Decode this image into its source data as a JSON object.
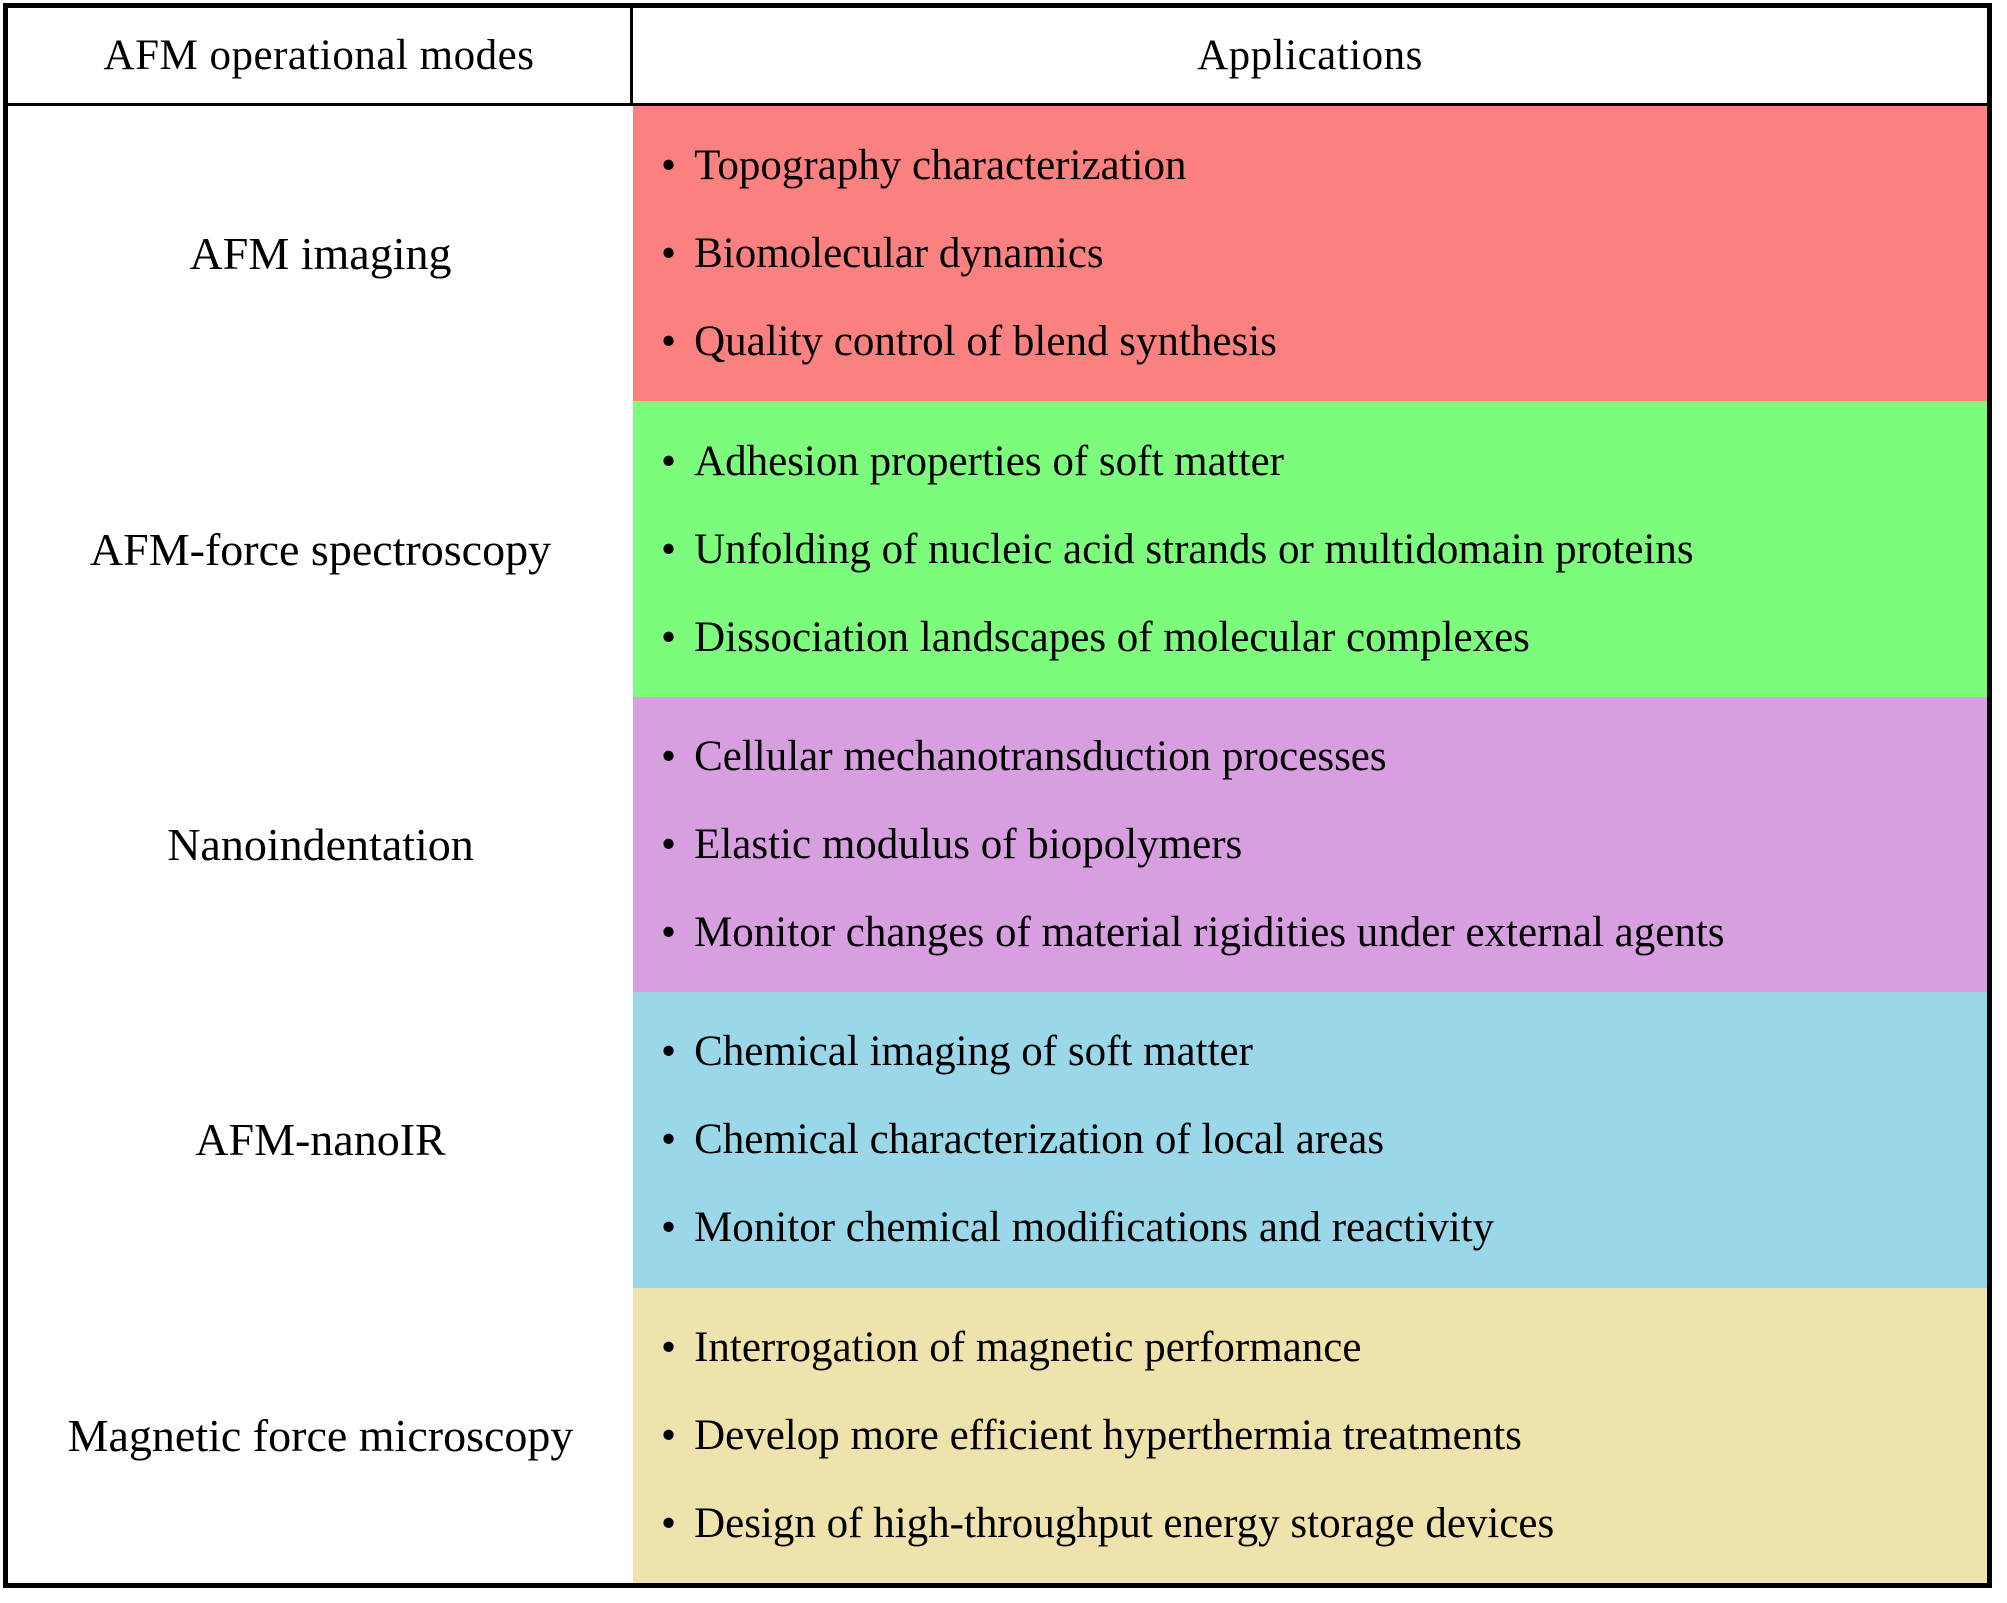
{
  "table": {
    "bullet": "•",
    "headers": [
      {
        "label": "AFM operational modes"
      },
      {
        "label": "Applications"
      }
    ],
    "rows": [
      {
        "mode": "AFM imaging",
        "color": "#fb8181",
        "applications": [
          "Topography characterization",
          "Biomolecular dynamics",
          "Quality control of blend synthesis"
        ]
      },
      {
        "mode": "AFM-force spectroscopy",
        "color": "#7dfb7d",
        "applications": [
          "Adhesion properties of soft matter",
          "Unfolding of nucleic acid strands or multidomain proteins",
          "Dissociation landscapes of molecular complexes"
        ]
      },
      {
        "mode": "Nanoindentation",
        "color": "#d89fe0",
        "applications": [
          "Cellular mechanotransduction processes",
          "Elastic modulus of biopolymers",
          "Monitor changes of material rigidities under external agents"
        ]
      },
      {
        "mode": "AFM-nanoIR",
        "color": "#9ad8e9",
        "applications": [
          "Chemical imaging of soft matter",
          "Chemical characterization of local areas",
          "Monitor chemical modifications and reactivity"
        ]
      },
      {
        "mode": "Magnetic force microscopy",
        "color": "#eee3ac",
        "applications": [
          "Interrogation of magnetic performance",
          "Develop more efficient hyperthermia treatments",
          "Design of high-throughput energy storage devices"
        ]
      }
    ]
  }
}
